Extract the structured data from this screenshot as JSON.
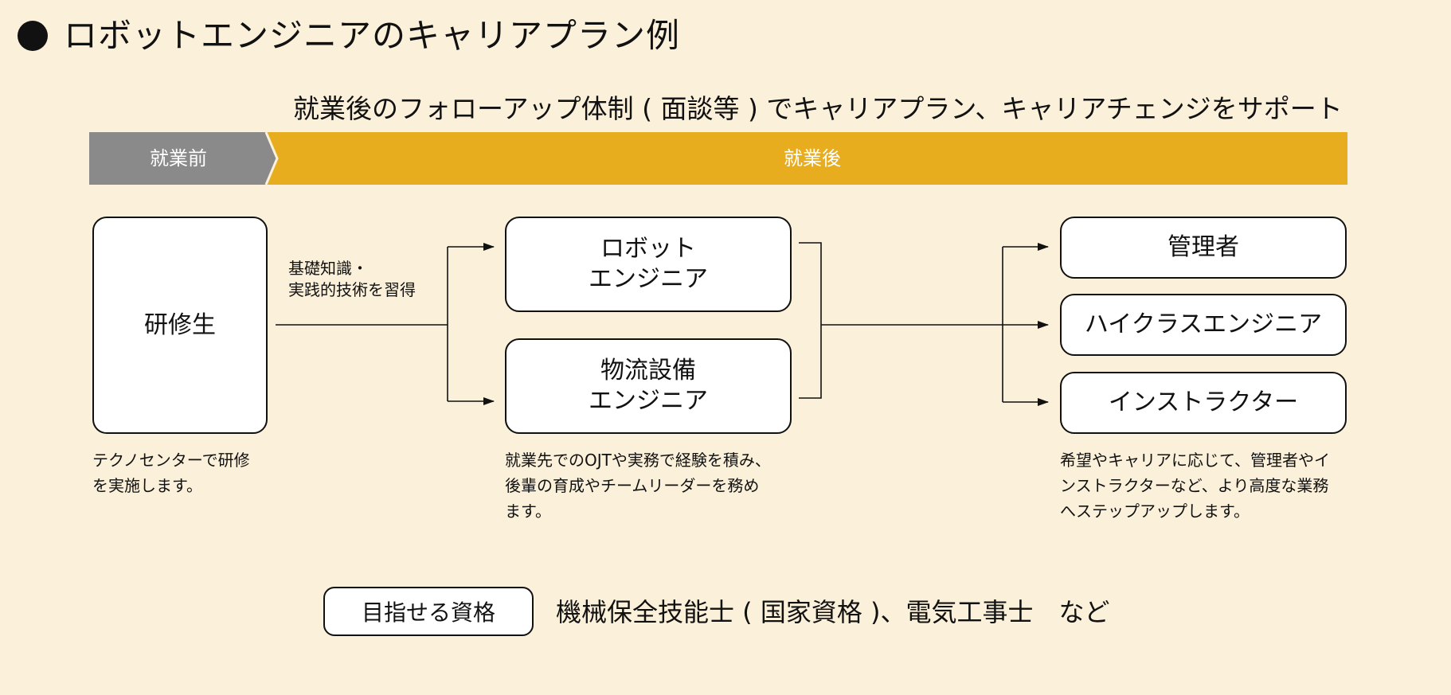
{
  "title": "ロボットエンジニアのキャリアプラン例",
  "subtitle": "就業後のフォローアップ体制 ( 面談等 ) でキャリアプラン、キャリアチェンジをサポート",
  "phases": {
    "before": "就業前",
    "after": "就業後",
    "before_color": "#8a8a8a",
    "after_color": "#e8ad1e"
  },
  "trainee": {
    "label": "研修生",
    "description": "テクノセンターで研修\nを実施します。"
  },
  "arrow_note": "基礎知識・\n実践的技術を習得",
  "engineer_boxes": [
    {
      "label": "ロボット\nエンジニア"
    },
    {
      "label": "物流設備\nエンジニア"
    }
  ],
  "engineer_description": "就業先でのOJTや実務で経験を積み、\n後輩の育成やチームリーダーを務め\nます。",
  "career_boxes": [
    {
      "label": "管理者"
    },
    {
      "label": "ハイクラスエンジニア"
    },
    {
      "label": "インストラクター"
    }
  ],
  "career_description": "希望やキャリアに応じて、管理者やイ\nンストラクターなど、より高度な業務\nへステップアップします。",
  "qualification": {
    "label": "目指せる資格",
    "text": "機械保全技能士 ( 国家資格 )、電気工事士　など"
  }
}
